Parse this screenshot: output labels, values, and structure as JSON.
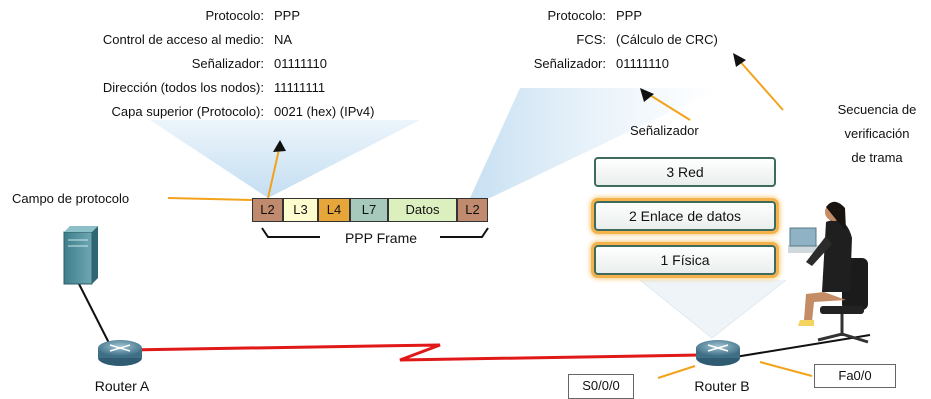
{
  "left_header": {
    "rows": [
      {
        "label": "Protocolo:",
        "value": "PPP"
      },
      {
        "label": "Control de acceso al medio:",
        "value": "NA"
      },
      {
        "label": "Señalizador:",
        "value": "01111110"
      },
      {
        "label": "Dirección (todos los nodos):",
        "value": "11111111"
      },
      {
        "label": "Capa superior (Protocolo):",
        "value": "0021 (hex) (IPv4)"
      }
    ]
  },
  "right_header": {
    "rows": [
      {
        "label": "Protocolo:",
        "value": "PPP"
      },
      {
        "label": "FCS:",
        "value": "(Cálculo de CRC)"
      },
      {
        "label": "Señalizador:",
        "value": "01111110"
      }
    ]
  },
  "callouts": {
    "protocol_field": "Campo de protocolo",
    "flag": "Señalizador",
    "fcs_line1": "Secuencia de",
    "fcs_line2": "verificación",
    "fcs_line3": "de trama"
  },
  "frame": {
    "segments": [
      "L2",
      "L3",
      "L4",
      "L7",
      "Datos",
      "L2"
    ],
    "caption": "PPP Frame",
    "colors": [
      "#c08a6e",
      "#fdfccf",
      "#e6a63a",
      "#a7c9bb",
      "#dcefbf",
      "#c08a6e"
    ]
  },
  "layers": [
    {
      "label": "3 Red",
      "highlighted": false
    },
    {
      "label": "2 Enlace de datos",
      "highlighted": true
    },
    {
      "label": "1 Física",
      "highlighted": true
    }
  ],
  "devices": {
    "router_a": "Router A",
    "router_b": "Router B"
  },
  "interfaces": {
    "serial": "S0/0/0",
    "fast_ethernet": "Fa0/0"
  },
  "colors": {
    "serial_link": "#e01818",
    "arrow": "#f3a21b",
    "callout_fill": "#cfe4f4",
    "layer_border": "#3f6b5e",
    "highlight": "#f5b24a"
  }
}
